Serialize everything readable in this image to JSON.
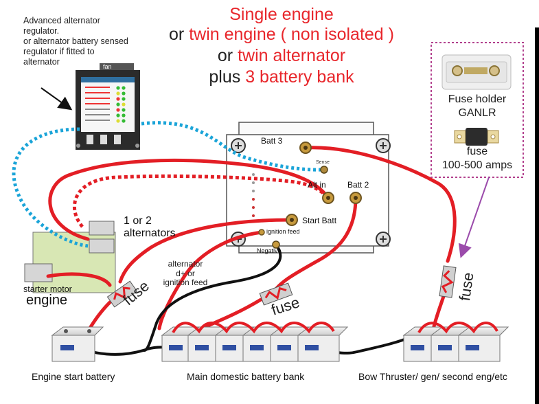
{
  "title": {
    "line1": "Single engine",
    "line2_prefix": "or ",
    "line2_red": "twin engine ( non isolated )",
    "line3_prefix": "or ",
    "line3_red": "twin alternator",
    "line4_prefix": "plus ",
    "line4_red": "3 battery bank"
  },
  "regulator_note": {
    "line1": "Advanced alternator",
    "line2": "regulator.",
    "line3": "or alternator battery sensed",
    "line4": "regulator if fitted to",
    "line5": "alternator"
  },
  "regulator": {
    "fan_label": "fan"
  },
  "isolator_labels": {
    "batt3": "Batt 3",
    "sense": "Sense",
    "alt_in": "Alt in",
    "batt2": "Batt 2",
    "start_batt": "Start Batt",
    "ignition_feed": "ignition feed",
    "negative": "Negative"
  },
  "alternators_label": {
    "line1": "1 or 2",
    "line2": "alternators"
  },
  "engine_labels": {
    "starter_motor": "starter motor",
    "engine": "engine"
  },
  "alternator_note": {
    "line1": "alternator",
    "line2": "d+ or",
    "line3": "ignition feed"
  },
  "fuse_labels": {
    "fuse_left": "fuse",
    "fuse_center": "fuse",
    "fuse_right": "fuse"
  },
  "fuse_panel": {
    "holder_line1": "Fuse holder",
    "holder_line2": "GANLR",
    "fuse_line1": "fuse",
    "fuse_line2": "100-500 amps"
  },
  "battery_captions": {
    "engine_start": "Engine start battery",
    "domestic": "Main domestic battery bank",
    "bow": "Bow Thruster/ gen/ second eng/etc"
  },
  "colors": {
    "red_accent": "#e8262b",
    "cable_red": "#e31e25",
    "sense_blue": "#1aa4d8",
    "cable_black": "#111111",
    "engine_green": "#d8e7b4",
    "panel_border": "#b2408d",
    "arrow_purple": "#9b4bab"
  }
}
